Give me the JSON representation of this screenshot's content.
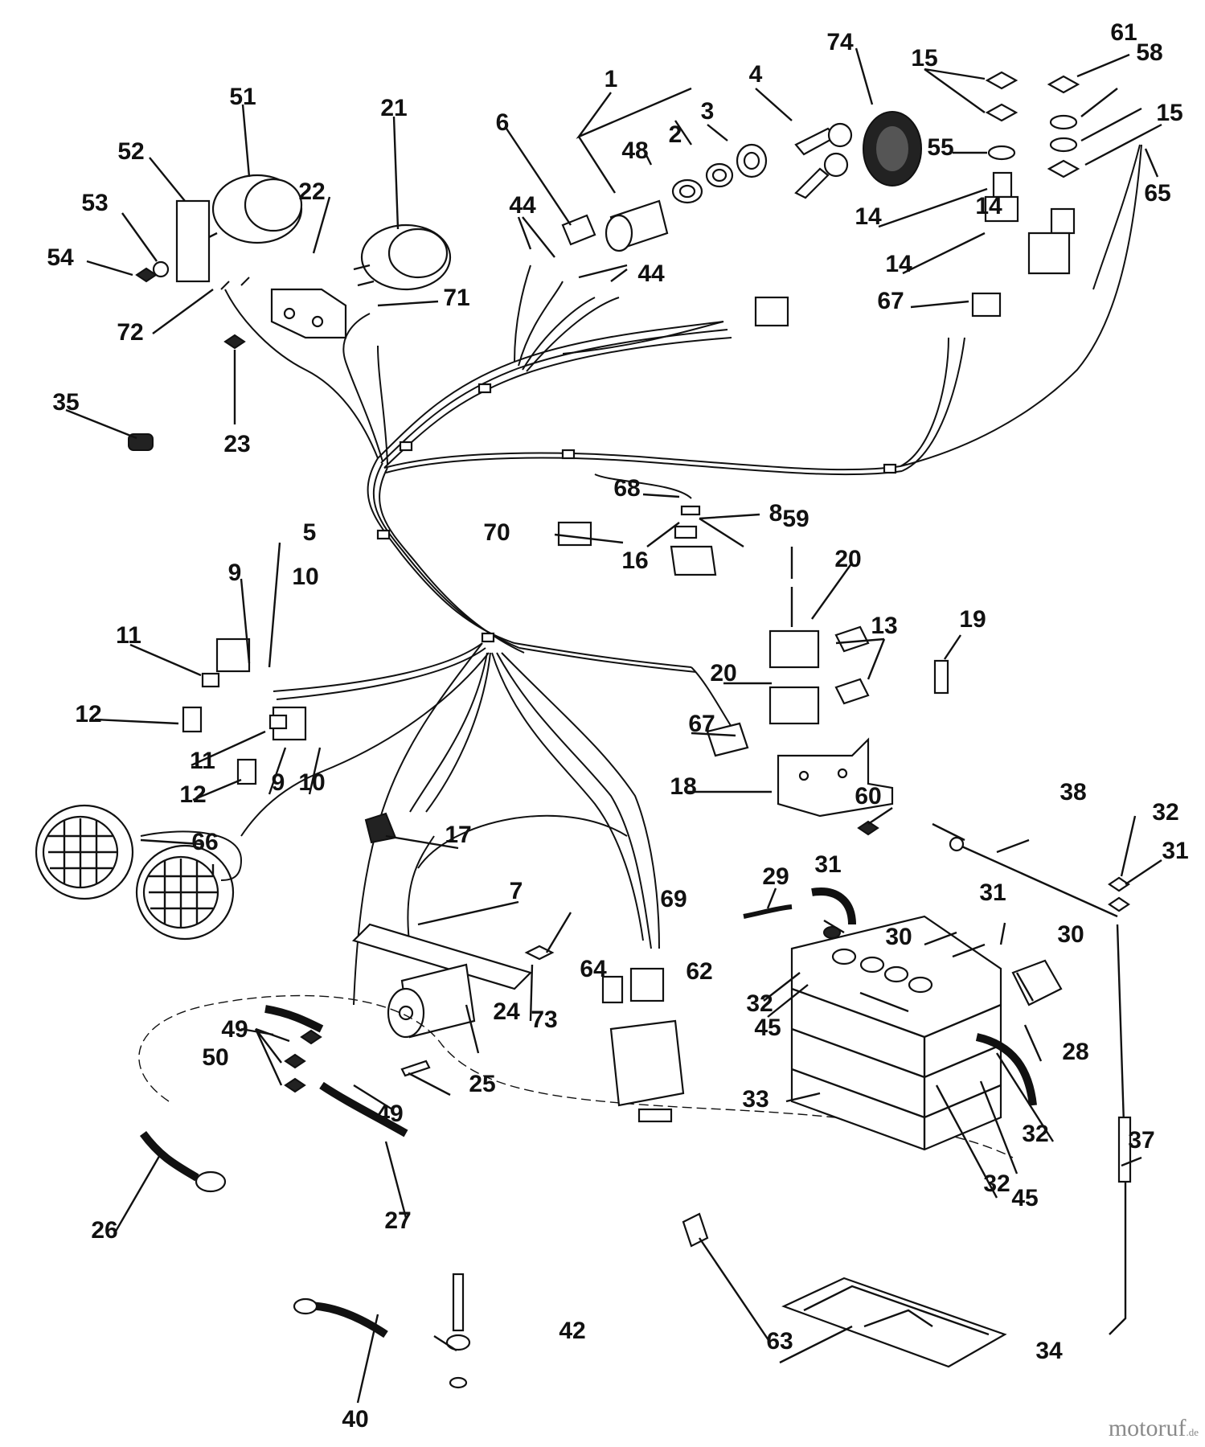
{
  "diagram": {
    "type": "parts-exploded-view",
    "callouts": [
      "1",
      "2",
      "3",
      "4",
      "5",
      "6",
      "7",
      "8",
      "9",
      "9",
      "10",
      "10",
      "11",
      "11",
      "12",
      "12",
      "13",
      "14",
      "14",
      "14",
      "15",
      "15",
      "16",
      "17",
      "18",
      "19",
      "20",
      "20",
      "21",
      "22",
      "23",
      "24",
      "25",
      "26",
      "27",
      "28",
      "29",
      "30",
      "30",
      "31",
      "31",
      "31",
      "32",
      "32",
      "32",
      "32",
      "33",
      "34",
      "35",
      "37",
      "38",
      "40",
      "42",
      "44",
      "44",
      "45",
      "45",
      "48",
      "49",
      "49",
      "50",
      "51",
      "52",
      "53",
      "54",
      "55",
      "58",
      "59",
      "60",
      "61",
      "62",
      "63",
      "64",
      "65",
      "66",
      "67",
      "67",
      "68",
      "69",
      "70",
      "71",
      "72",
      "73",
      "74"
    ]
  },
  "watermark": {
    "text": "motoruf",
    "suffix": ".de"
  }
}
